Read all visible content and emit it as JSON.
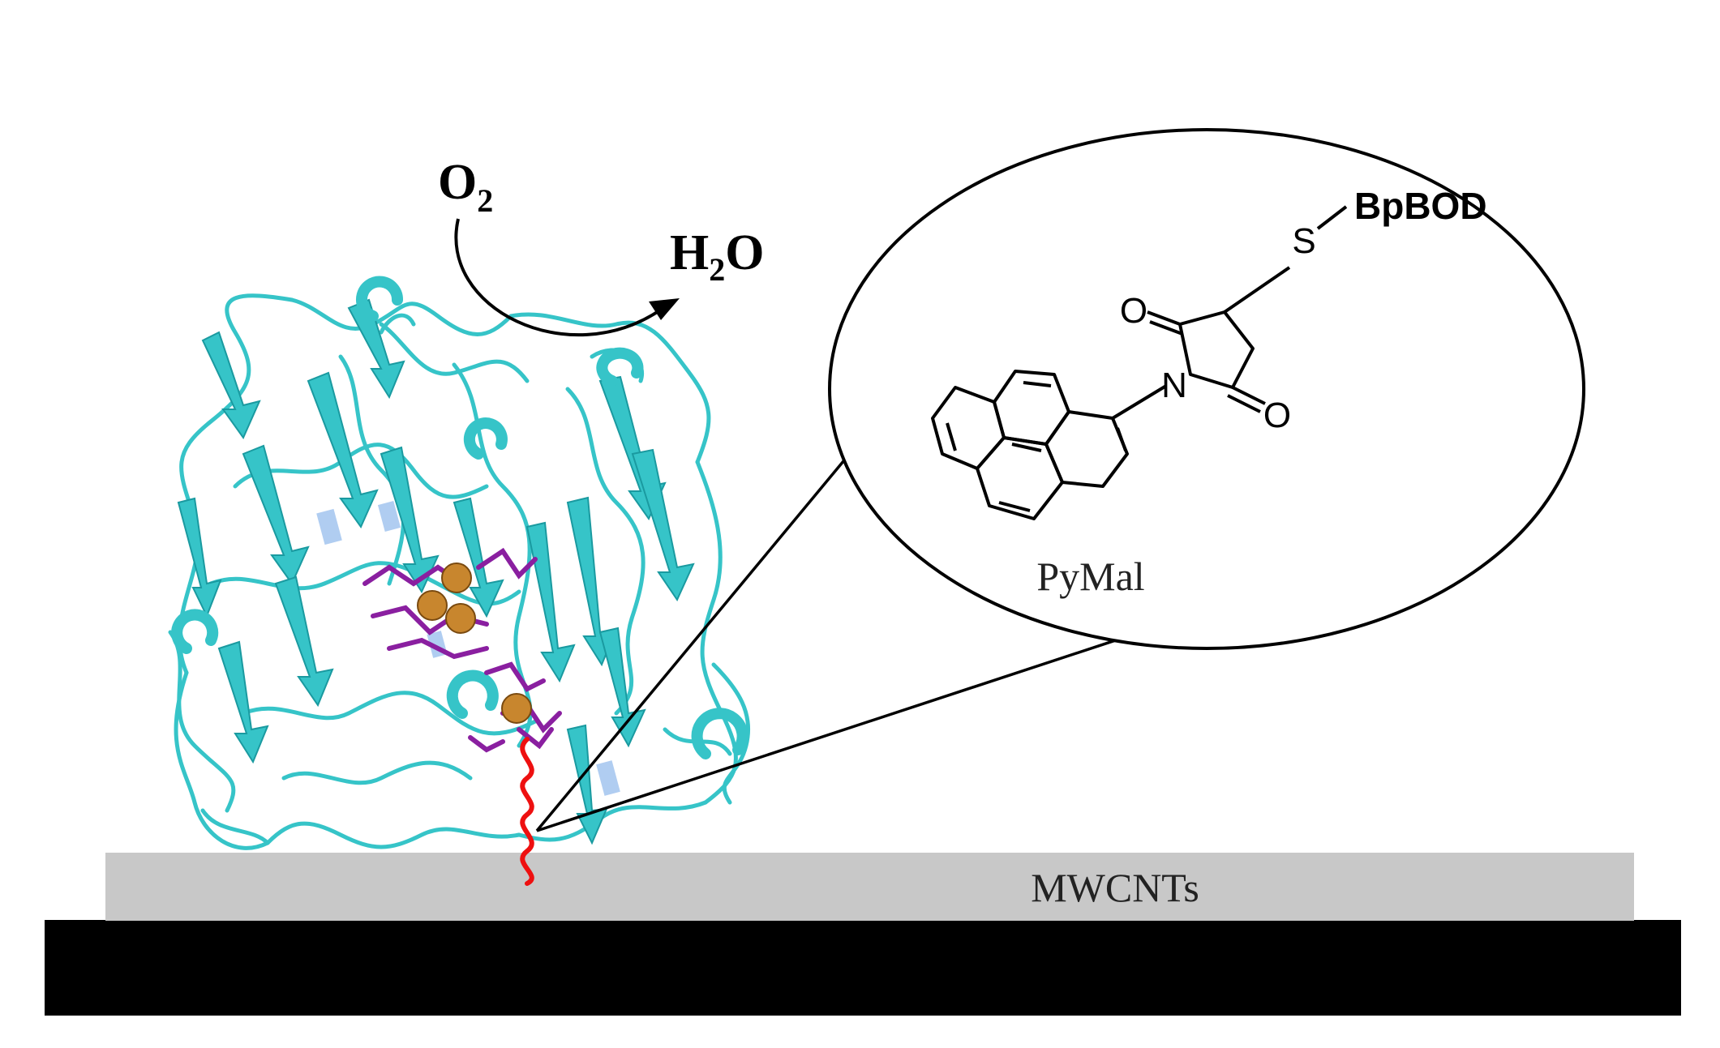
{
  "labels": {
    "reactant": "O",
    "reactant_sub": "2",
    "product_h": "H",
    "product_sub": "2",
    "product_o": "O",
    "enzyme": "BpBOD",
    "sulfur": "S",
    "oxygen_upper": "O",
    "oxygen_lower": "O",
    "nitrogen": "N",
    "linker": "PyMal",
    "layer": "MWCNTs"
  },
  "colors": {
    "protein": "#36c4c8",
    "protein_dark": "#1a9aa0",
    "protein_light": "#a8c8f0",
    "copper": "#c8862e",
    "ligand": "#8a1fa0",
    "tether": "#ee1010",
    "mwcnt_layer": "#c8c8c8",
    "electrode": "#000000",
    "line": "#000000"
  },
  "icons": {
    "protein": "enzyme-ribbon-structure",
    "copper_atoms": "copper-sphere",
    "tether": "wavy-linker"
  }
}
